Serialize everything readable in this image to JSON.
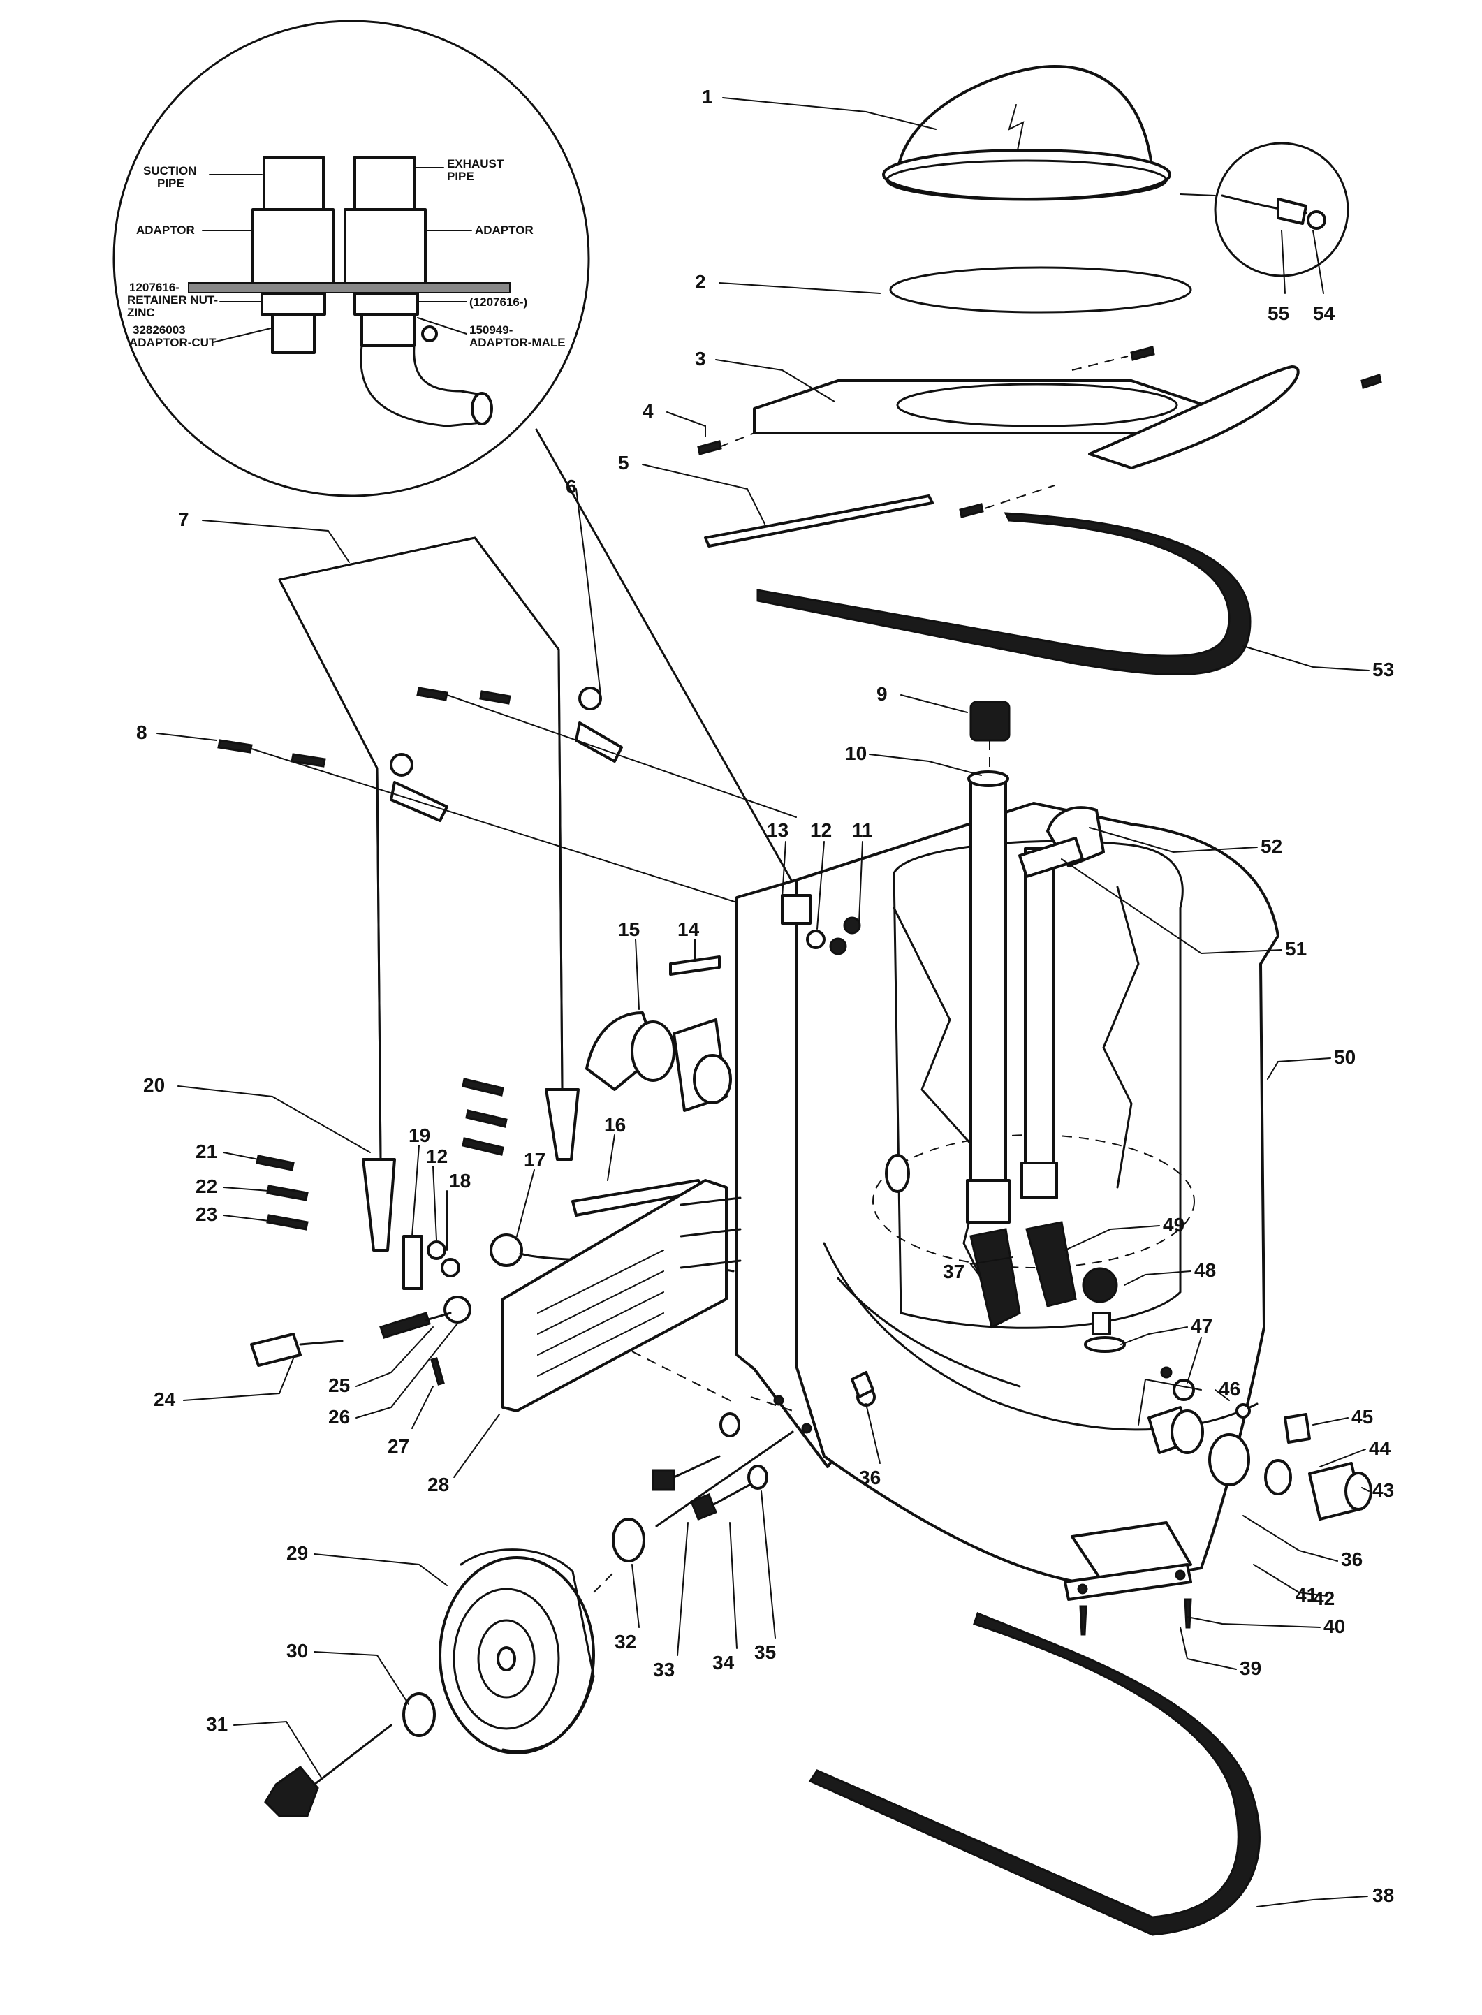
{
  "callouts": [
    "1",
    "2",
    "3",
    "4",
    "5",
    "6",
    "7",
    "8",
    "9",
    "10",
    "11",
    "12",
    "13",
    "14",
    "15",
    "16",
    "17",
    "18",
    "19",
    "20",
    "21",
    "22",
    "23",
    "24",
    "25",
    "26",
    "27",
    "28",
    "29",
    "30",
    "31",
    "32",
    "33",
    "34",
    "35",
    "36",
    "37",
    "38",
    "39",
    "40",
    "41",
    "42",
    "43",
    "44",
    "45",
    "46",
    "47",
    "48",
    "49",
    "50",
    "51",
    "52",
    "53",
    "54",
    "55"
  ],
  "extra_callouts": {
    "second_12": "12",
    "second_36": "36"
  },
  "inset": {
    "suction_pipe_line1": "SUCTION",
    "suction_pipe_line2": "PIPE",
    "exhaust_pipe_line1": "EXHAUST",
    "exhaust_pipe_line2": "PIPE",
    "adaptor_left": "ADAPTOR",
    "adaptor_right": "ADAPTOR",
    "retainer_line1": "1207616-",
    "retainer_line2": "RETAINER NUT-",
    "retainer_line3": "ZINC",
    "adaptor_cut_line1": "32826003",
    "adaptor_cut_line2": "ADAPTOR-CUT",
    "right_nut": "(1207616-)",
    "adaptor_male_line1": "150949-",
    "adaptor_male_line2": "ADAPTOR-MALE"
  }
}
